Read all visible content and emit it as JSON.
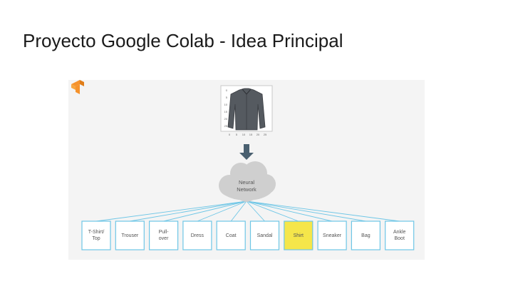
{
  "slide": {
    "title": "Proyecto Google Colab - Idea Principal"
  },
  "figure": {
    "input_axis": {
      "y_ticks": [
        "0",
        "5",
        "10",
        "15",
        "20",
        "25"
      ],
      "x_ticks": [
        "0",
        "5",
        "10",
        "15",
        "20",
        "25"
      ]
    },
    "network_label_line1": "Neural",
    "network_label_line2": "Network",
    "classes": [
      {
        "line1": "T-Shirt/",
        "line2": "Top",
        "highlighted": false
      },
      {
        "line1": "Trouser",
        "line2": "",
        "highlighted": false
      },
      {
        "line1": "Pull-",
        "line2": "over",
        "highlighted": false
      },
      {
        "line1": "Dress",
        "line2": "",
        "highlighted": false
      },
      {
        "line1": "Coat",
        "line2": "",
        "highlighted": false
      },
      {
        "line1": "Sandal",
        "line2": "",
        "highlighted": false
      },
      {
        "line1": "Shirt",
        "line2": "",
        "highlighted": true
      },
      {
        "line1": "Sneaker",
        "line2": "",
        "highlighted": false
      },
      {
        "line1": "Bag",
        "line2": "",
        "highlighted": false
      },
      {
        "line1": "Ankle",
        "line2": "Boot",
        "highlighted": false
      }
    ],
    "colors": {
      "box_border": "#6ec6e6",
      "highlight_fill": "#f5e64a",
      "cloud_fill": "#cfcfcf",
      "arrow_fill": "#4a6070",
      "logo_orange": "#f5922b"
    },
    "icons": {
      "logo": "tensorflow-logo-icon",
      "garment": "shirt-image",
      "arrow": "down-arrow-icon",
      "network": "cloud-icon"
    }
  }
}
